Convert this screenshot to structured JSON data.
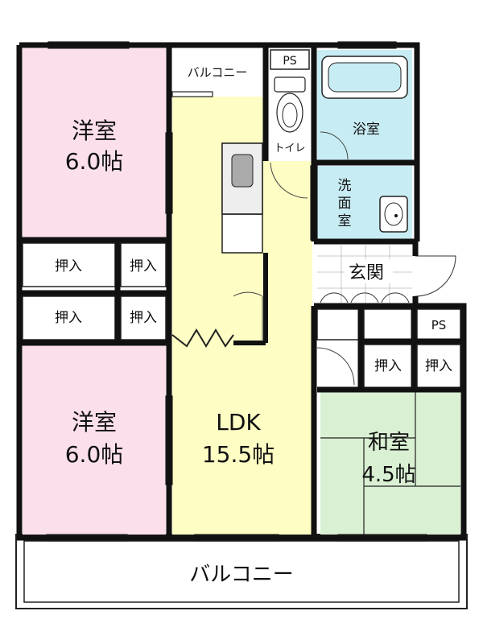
{
  "rooms": {
    "western_top": {
      "label": "洋室",
      "size": "6.0帖",
      "color": "#fbe0ec"
    },
    "western_bottom": {
      "label": "洋室",
      "size": "6.0帖",
      "color": "#fbe0ec"
    },
    "ldk": {
      "label": "LDK",
      "size": "15.5帖",
      "color": "#fdfdc4"
    },
    "washitsu": {
      "label": "和室",
      "size": "4.5帖",
      "color": "#d9f0d2"
    },
    "bath": {
      "label": "浴室",
      "color": "#c8ecf4"
    },
    "toilet": {
      "label": "トイレ"
    },
    "washroom": {
      "label": "洗面室",
      "color": "#c8ecf4"
    },
    "entrance": {
      "label": "玄関"
    }
  },
  "closets": {
    "w1_left": "押入",
    "w1_right": "押入",
    "w2_left": "押入",
    "w2_right": "押入",
    "washitsu_left": "押入",
    "washitsu_right": "押入"
  },
  "ps_top": "PS",
  "ps_right": "PS",
  "balcony_top": "バルコニー",
  "balcony_bottom": "バルコニー",
  "colors": {
    "wall": "#111111",
    "hall": "#ffffff"
  }
}
